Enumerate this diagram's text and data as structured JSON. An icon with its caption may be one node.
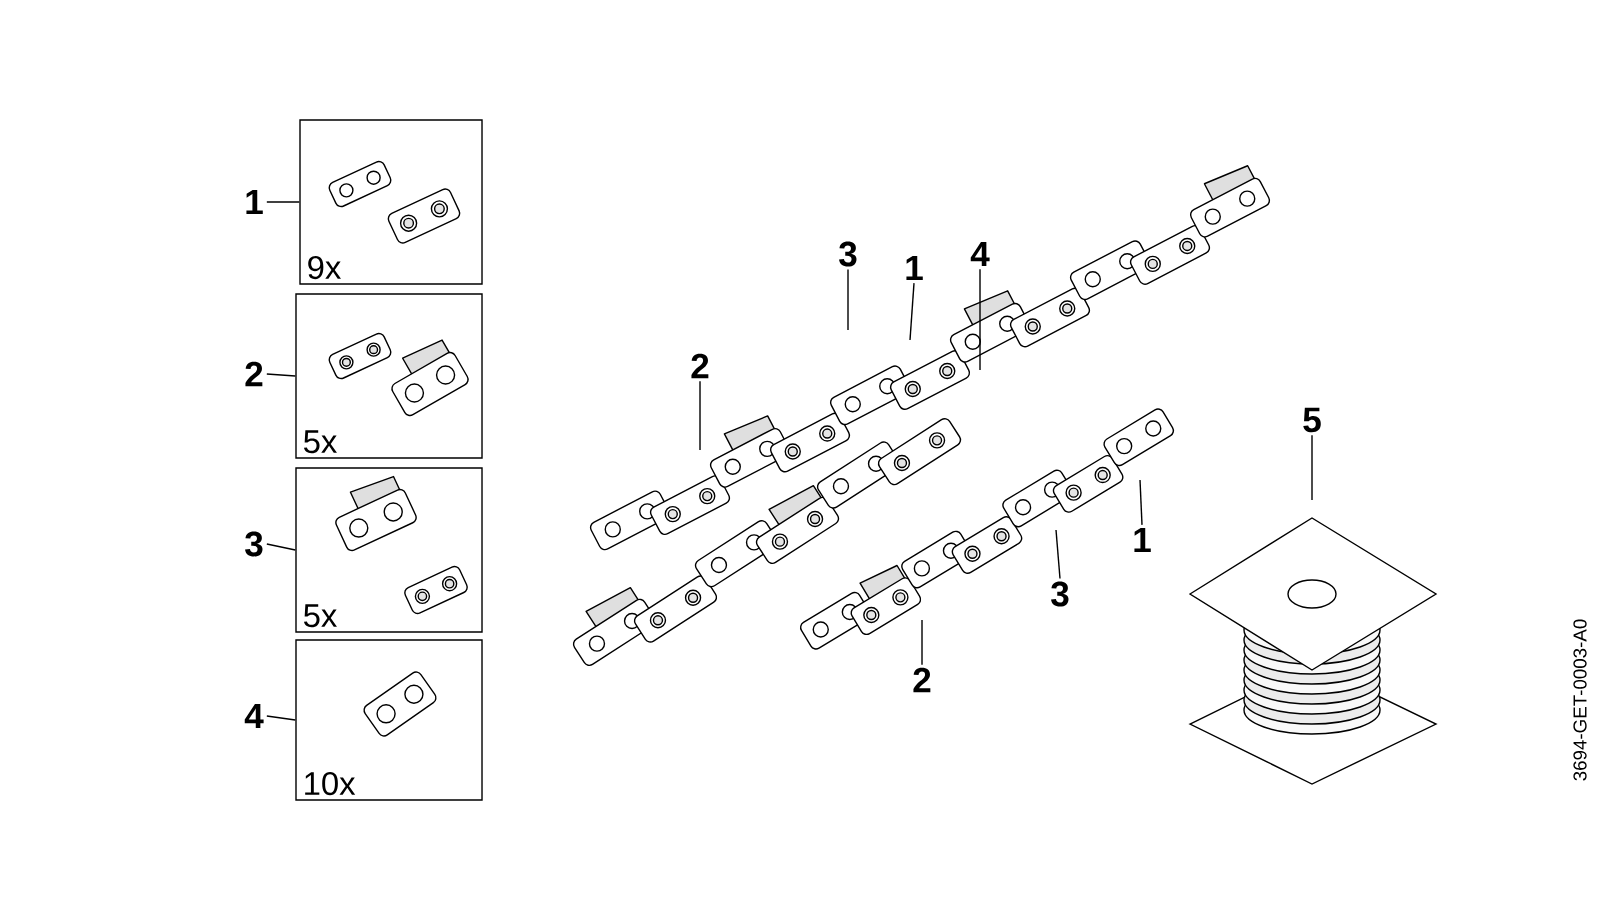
{
  "diagram": {
    "nodes": [
      {
        "text": [
          "1"
        ]
      },
      {
        "text": [
          "9x"
        ]
      },
      {
        "text": [
          "2"
        ]
      },
      {
        "text": [
          "5x"
        ]
      },
      {
        "text": [
          "3"
        ]
      },
      {
        "text": [
          "5x"
        ]
      },
      {
        "text": [
          "4"
        ]
      },
      {
        "text": [
          "10x"
        ]
      },
      {
        "text": [
          "3"
        ]
      },
      {
        "text": [
          "1"
        ]
      },
      {
        "text": [
          "4"
        ]
      },
      {
        "text": [
          "2"
        ]
      },
      {
        "text": [
          "2"
        ]
      },
      {
        "text": [
          "3"
        ]
      },
      {
        "text": [
          "1"
        ]
      },
      {
        "text": [
          "5"
        ]
      }
    ],
    "edges": [
      {
        "from": 0,
        "to": 1,
        "arrow": "none"
      },
      {
        "from": 2,
        "to": 3,
        "arrow": "none"
      },
      {
        "from": 4,
        "to": 5,
        "arrow": "none"
      },
      {
        "from": 6,
        "to": 7,
        "arrow": "none"
      },
      {
        "from": 8,
        "to": null,
        "arrow": "none"
      },
      {
        "from": 9,
        "to": null,
        "arrow": "none"
      },
      {
        "from": 10,
        "to": null,
        "arrow": "none"
      },
      {
        "from": 11,
        "to": null,
        "arrow": "none"
      },
      {
        "from": 12,
        "to": null,
        "arrow": "none"
      },
      {
        "from": 13,
        "to": null,
        "arrow": "none"
      },
      {
        "from": 14,
        "to": null,
        "arrow": "none"
      },
      {
        "from": 15,
        "to": null,
        "arrow": "none"
      }
    ],
    "labels": [
      "3694-GET-0003-A0"
    ]
  }
}
